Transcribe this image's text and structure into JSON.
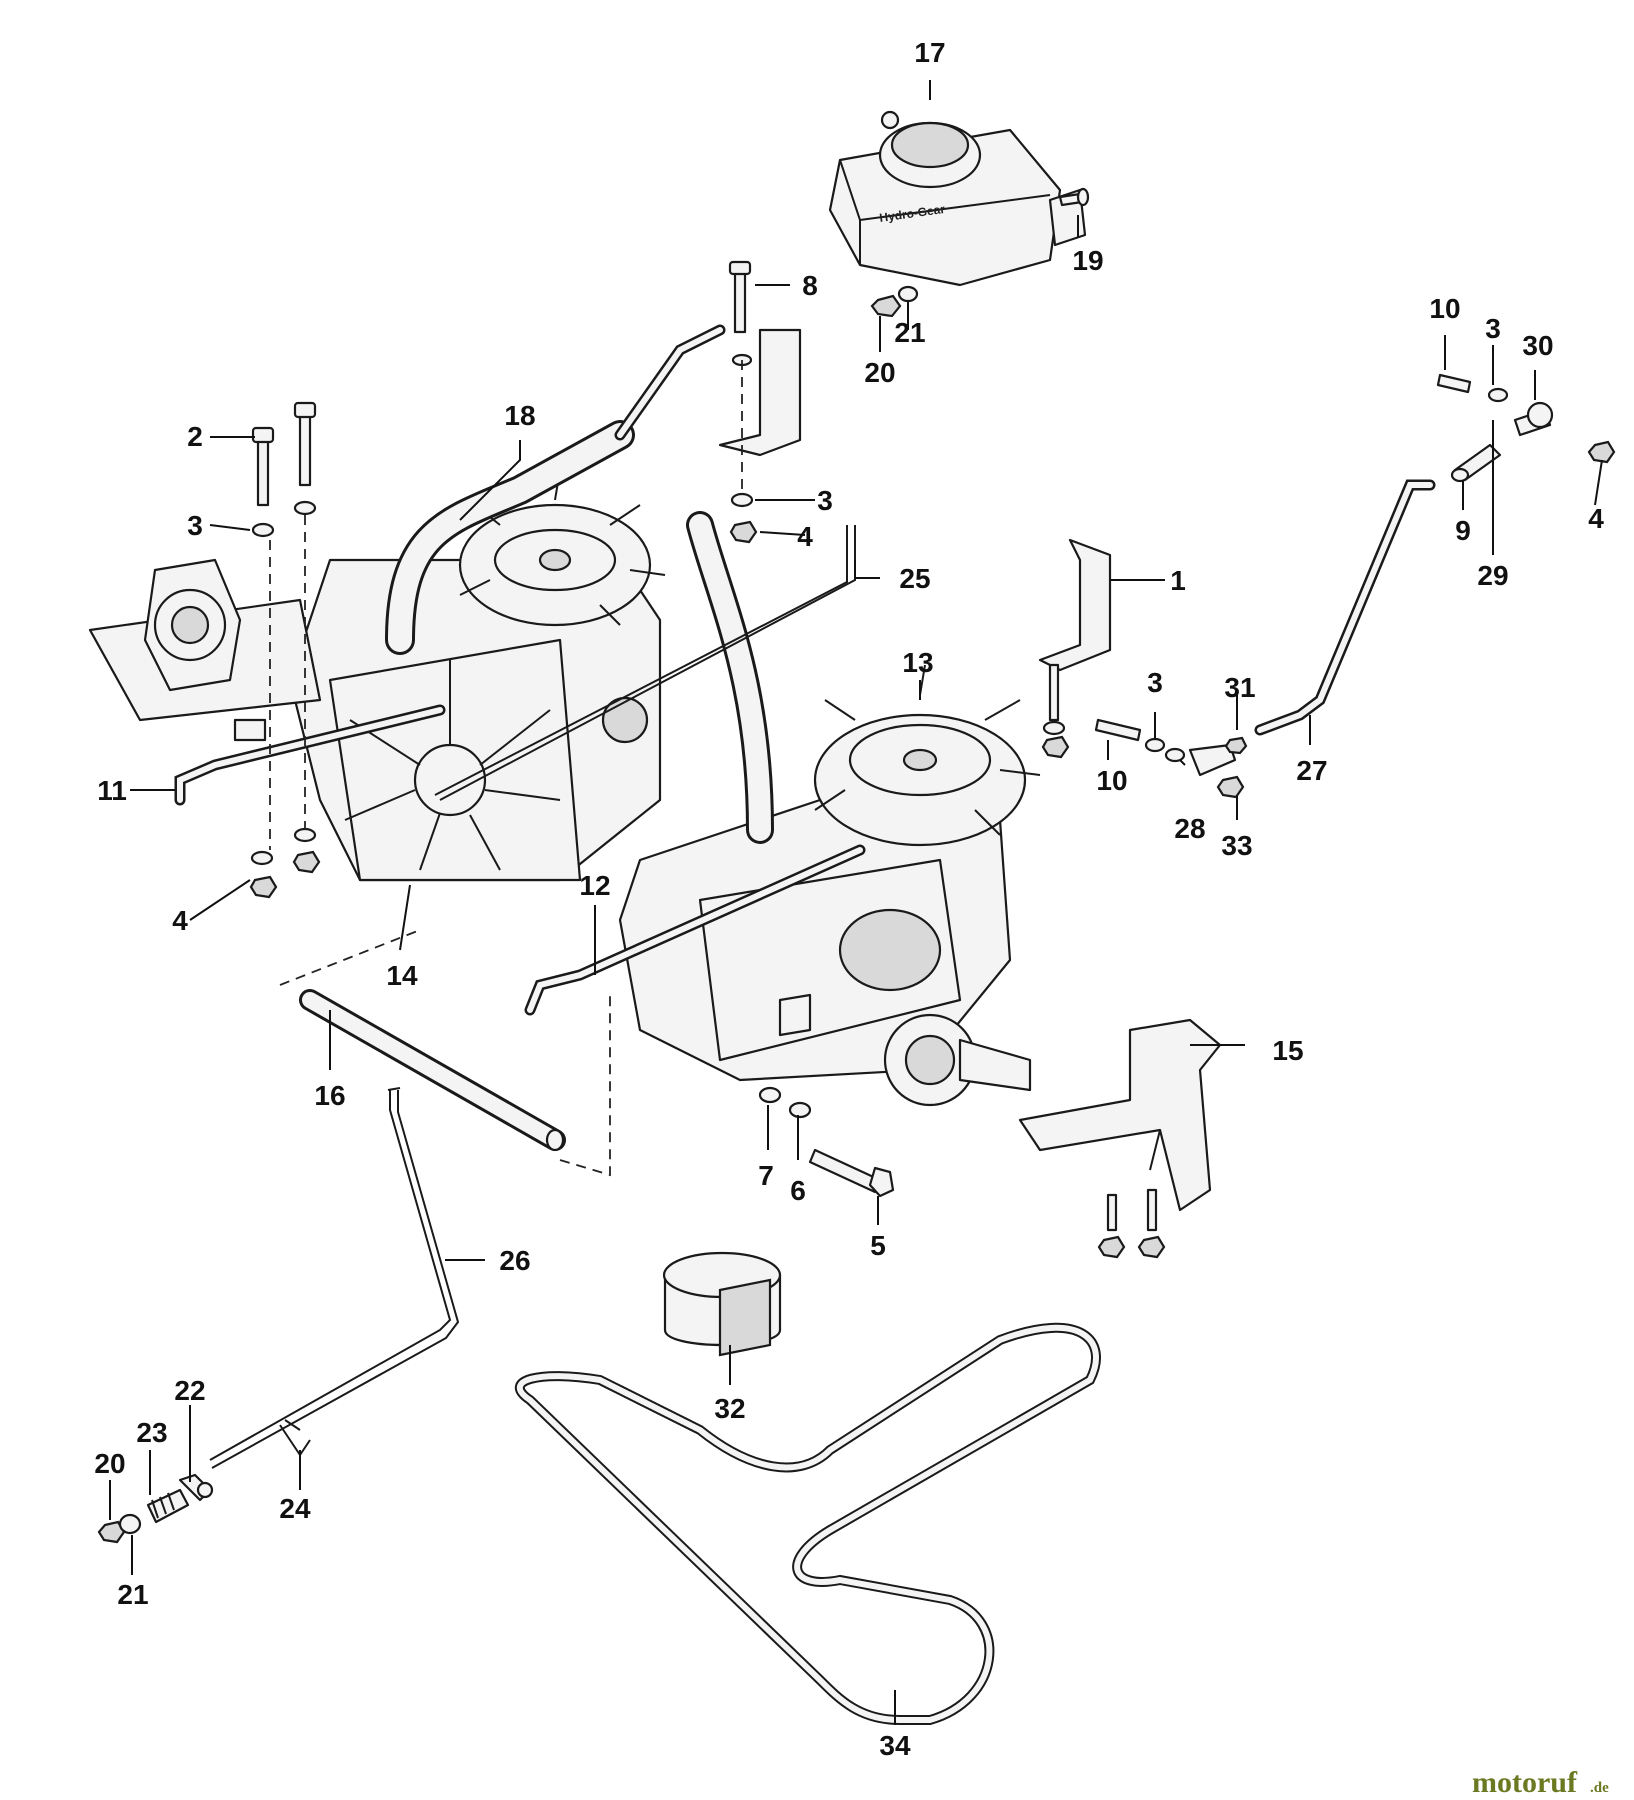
{
  "diagram": {
    "callouts": [
      "17",
      "19",
      "20",
      "21",
      "8",
      "18",
      "2",
      "3",
      "3",
      "4",
      "25",
      "1",
      "10",
      "3",
      "30",
      "4",
      "9",
      "29",
      "13",
      "3",
      "31",
      "11",
      "10",
      "28",
      "27",
      "33",
      "12",
      "4",
      "14",
      "16",
      "7",
      "6",
      "5",
      "15",
      "26",
      "22",
      "23",
      "20",
      "21",
      "24",
      "32",
      "34"
    ]
  },
  "watermark": {
    "name": "motoruf",
    "suffix": ".de"
  },
  "reservoir_text": "Hydro-Gear"
}
